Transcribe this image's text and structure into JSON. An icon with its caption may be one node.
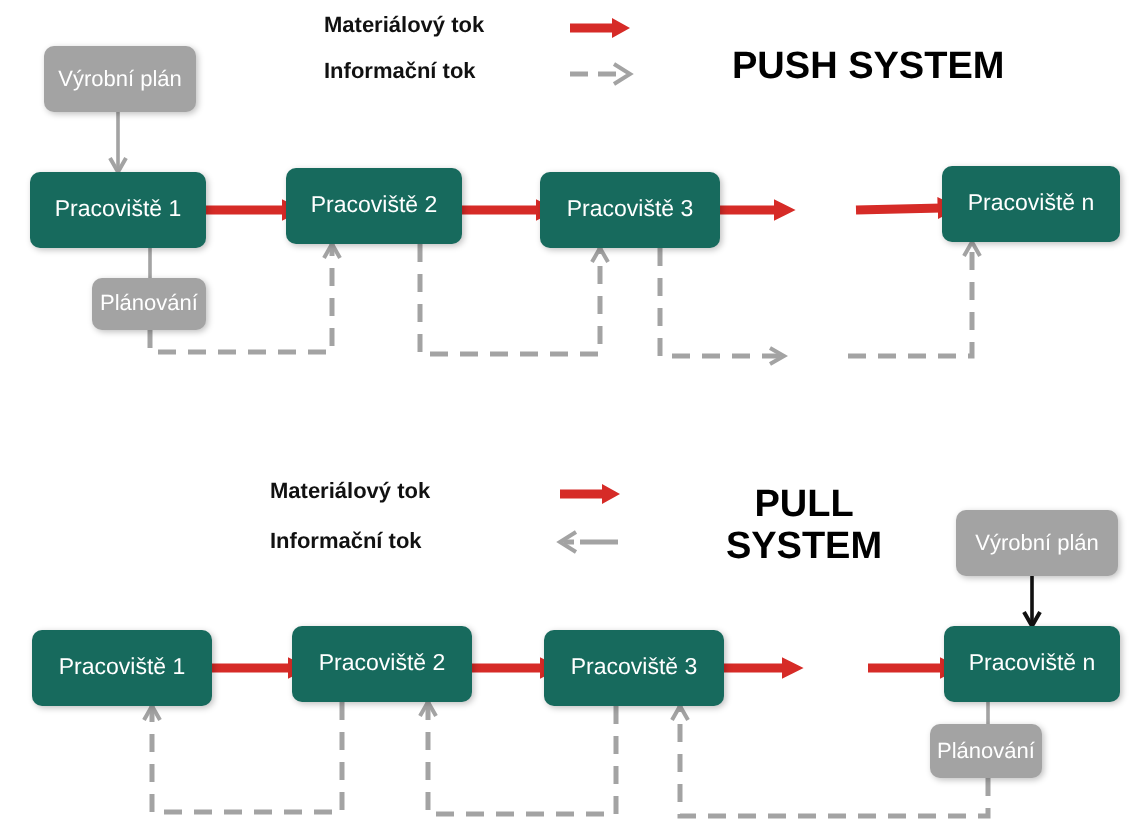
{
  "diagram": {
    "nodes": [
      {
        "text": [
          "Výrobní plán"
        ]
      },
      {
        "text": [
          "Pracoviště 1"
        ]
      },
      {
        "text": [
          "Plánování"
        ]
      },
      {
        "text": [
          "Pracoviště 2"
        ]
      },
      {
        "text": [
          "Pracoviště 3"
        ]
      },
      {
        "text": [
          "Pracoviště n"
        ]
      },
      {
        "text": [
          "Pracoviště 1"
        ]
      },
      {
        "text": [
          "Pracoviště 2"
        ]
      },
      {
        "text": [
          "Pracoviště 3"
        ]
      },
      {
        "text": [
          "Výrobní plán"
        ]
      },
      {
        "text": [
          "Pracoviště n"
        ]
      },
      {
        "text": [
          "Plánování"
        ]
      }
    ],
    "edges": [
      {
        "from": 0,
        "to": 1,
        "arrow": "to"
      },
      {
        "from": 1,
        "to": 3,
        "arrow": "to",
        "style": "thick",
        "color": "#d62b27"
      },
      {
        "from": 3,
        "to": 4,
        "arrow": "to",
        "style": "thick",
        "color": "#d62b27"
      },
      {
        "from": 4,
        "to": null,
        "arrow": "to",
        "style": "thick",
        "color": "#d62b27"
      },
      {
        "from": null,
        "to": 5,
        "arrow": "to",
        "style": "thick",
        "color": "#d62b27"
      },
      {
        "from": 1,
        "to": 2,
        "arrow": "none"
      },
      {
        "from": 2,
        "to": 3,
        "arrow": "to",
        "style": "dashed"
      },
      {
        "from": 3,
        "to": 4,
        "arrow": "to",
        "style": "dashed"
      },
      {
        "from": 4,
        "to": null,
        "arrow": "to",
        "style": "dashed"
      },
      {
        "from": null,
        "to": 5,
        "arrow": "to",
        "style": "dashed"
      },
      {
        "from": 6,
        "to": 7,
        "arrow": "to",
        "style": "thick",
        "color": "#d62b27"
      },
      {
        "from": 7,
        "to": 8,
        "arrow": "to",
        "style": "thick",
        "color": "#d62b27"
      },
      {
        "from": 8,
        "to": null,
        "arrow": "to",
        "style": "thick",
        "color": "#d62b27"
      },
      {
        "from": null,
        "to": 10,
        "arrow": "to",
        "style": "thick",
        "color": "#d62b27"
      },
      {
        "from": 9,
        "to": 10,
        "arrow": "to",
        "color": "#111111"
      },
      {
        "from": 10,
        "to": 11,
        "arrow": "none"
      },
      {
        "from": 11,
        "to": 8,
        "arrow": "to",
        "style": "dashed"
      },
      {
        "from": 8,
        "to": 7,
        "arrow": "to",
        "style": "dashed"
      },
      {
        "from": 7,
        "to": 6,
        "arrow": "to",
        "style": "dashed"
      }
    ],
    "labels": [
      "PUSH SYSTEM",
      "PULL SYSTEM"
    ],
    "legend": [
      {
        "text": "Materiálový tok"
      },
      {
        "text": "Informační tok"
      },
      {
        "text": "Materiálový tok"
      },
      {
        "text": "Informační tok"
      }
    ]
  }
}
